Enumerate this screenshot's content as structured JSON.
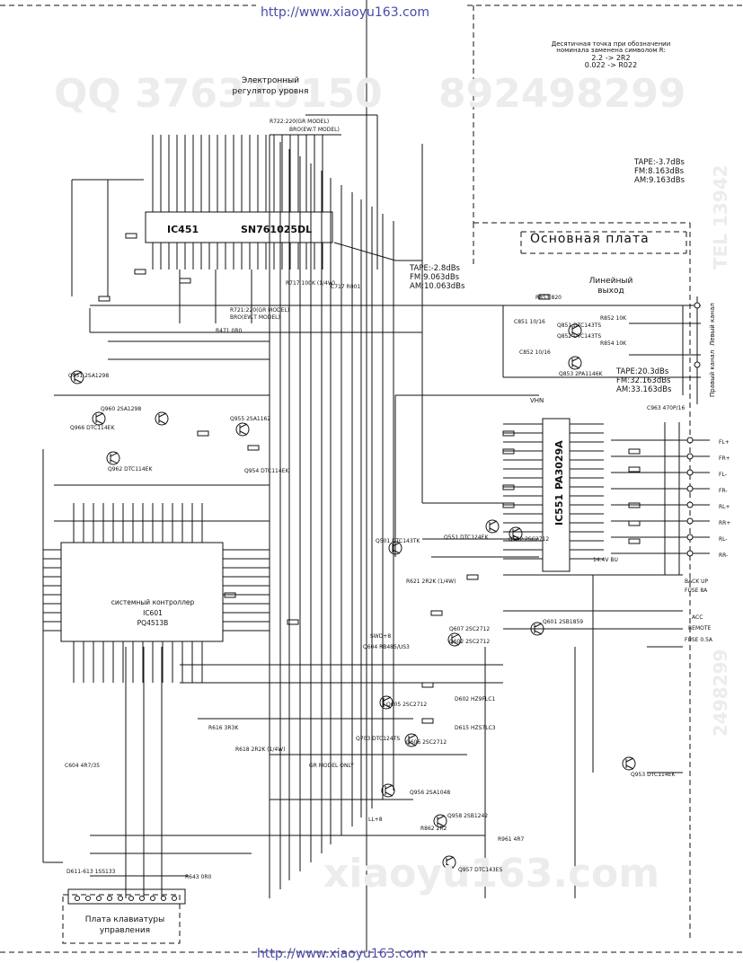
{
  "header": {
    "url_top": "http://www.xiaoyu163.com",
    "url_bottom": "http://www.xiaoyu163.com"
  },
  "note": {
    "line1": "Десятичная точка при обозначении",
    "line2": "номинала заменена символом R:",
    "line3": "2.2  ->  2R2",
    "line4": "0.022  ->  R022"
  },
  "regulator": {
    "line1": "Электронный",
    "line2": "регулятор уровня"
  },
  "board": {
    "main": "Основная плата",
    "keyboard_line1": "Плата клавиатуры",
    "keyboard_line2": "управления"
  },
  "levels": {
    "right_top": [
      "TAPE:-3.7dBs",
      "FM:8.163dBs",
      "AM:9.163dBs"
    ],
    "mid": [
      "TAPE:-2.8dBs",
      "FM:9.063dBs",
      "AM:10.063dBs"
    ],
    "right_mid": [
      "TAPE:20.3dBs",
      "FM:32.163dBs",
      "AM:33.163dBs"
    ]
  },
  "labels": {
    "linear_out_1": "Линейный",
    "linear_out_2": "выход",
    "left_ch": "Левый канал",
    "right_ch": "Правый канал",
    "sys_ctrl": "системный контроллер",
    "ic451": "IC451",
    "ic451_part": "SN761025DL",
    "ic601": "IC601",
    "ic601_part": "PQ4513B",
    "ic551": "IC551",
    "ic551_part": "PA3029A",
    "gr_model": "R722:220(GR MODEL)",
    "bro_model": "BRO(EW.T MODEL)",
    "r721_model": "R721:220(GR MODEL)",
    "r721_model2": "BRO(EW.T MODEL)",
    "gr_only": "GR MODEL ONLY",
    "vhn": "VHN",
    "back_up": "BACK UP",
    "fuse1": "FUSE 8A",
    "acc": "ACC",
    "remote": "REMOTE",
    "fuse2": "FUSE 0.5A",
    "u14v": "14.4V   BU",
    "swd": "SWD+8",
    "ll8": "LL+8",
    "fl": "FL+",
    "fr": "FR+",
    "rl": "RL+",
    "rr": "RR+",
    "fl_m": "FL-",
    "fr_m": "FR-",
    "rl_m": "RL-",
    "rr_m": "RR-"
  },
  "components": {
    "q951": "Q951 2SA1298",
    "q966": "Q966 DTC114EK",
    "q962": "Q962 DTC114EK",
    "q960": "Q960 2SA1298",
    "q955": "Q955 2SA1162",
    "q954": "Q954 DTC114EK",
    "q851": "Q851 DTC143TS",
    "q852": "Q852 DTC143TS",
    "q853": "Q853 2PA1146K",
    "q551": "Q551 DTC124EK",
    "q552": "Q552 2SC2712",
    "q501": "Q501 DTC143TK",
    "q601": "Q601 2SB1859",
    "q602": "Q602 2SC2712",
    "q607": "Q607 2SC2712",
    "q604": "Q604 RB485/US3",
    "q605": "Q605 2SC2712",
    "q703": "Q703 DTC124TS",
    "q606": "Q606 2SC2712",
    "q956": "Q956 2SA1048",
    "q958": "Q958 2SB1242",
    "q957": "Q957 DTC143ES",
    "q953": "Q953 DTC114EK",
    "d811_813": "D611-613 1SS133",
    "d602": "D602 HZ9FLC1",
    "d615": "D615 HZS7LC3",
    "r853": "R853 820",
    "c851": "C851 10/16",
    "c852": "C852 10/16",
    "c963": "C963 470P/16",
    "r852": "R852 10K",
    "r854": "R854 10K",
    "r717": "R717 100K (1/4W)",
    "c717": "C717 R001",
    "r471": "R471 0R0",
    "r621": "R621 2R2K (1/4W)",
    "r616": "R616 3R3K",
    "r618": "R618 2R2K (1/4W)",
    "r643": "R643 0R0",
    "r862": "R862 2R2",
    "r961": "R961 4R7",
    "c604": "C604 4R7/35"
  }
}
